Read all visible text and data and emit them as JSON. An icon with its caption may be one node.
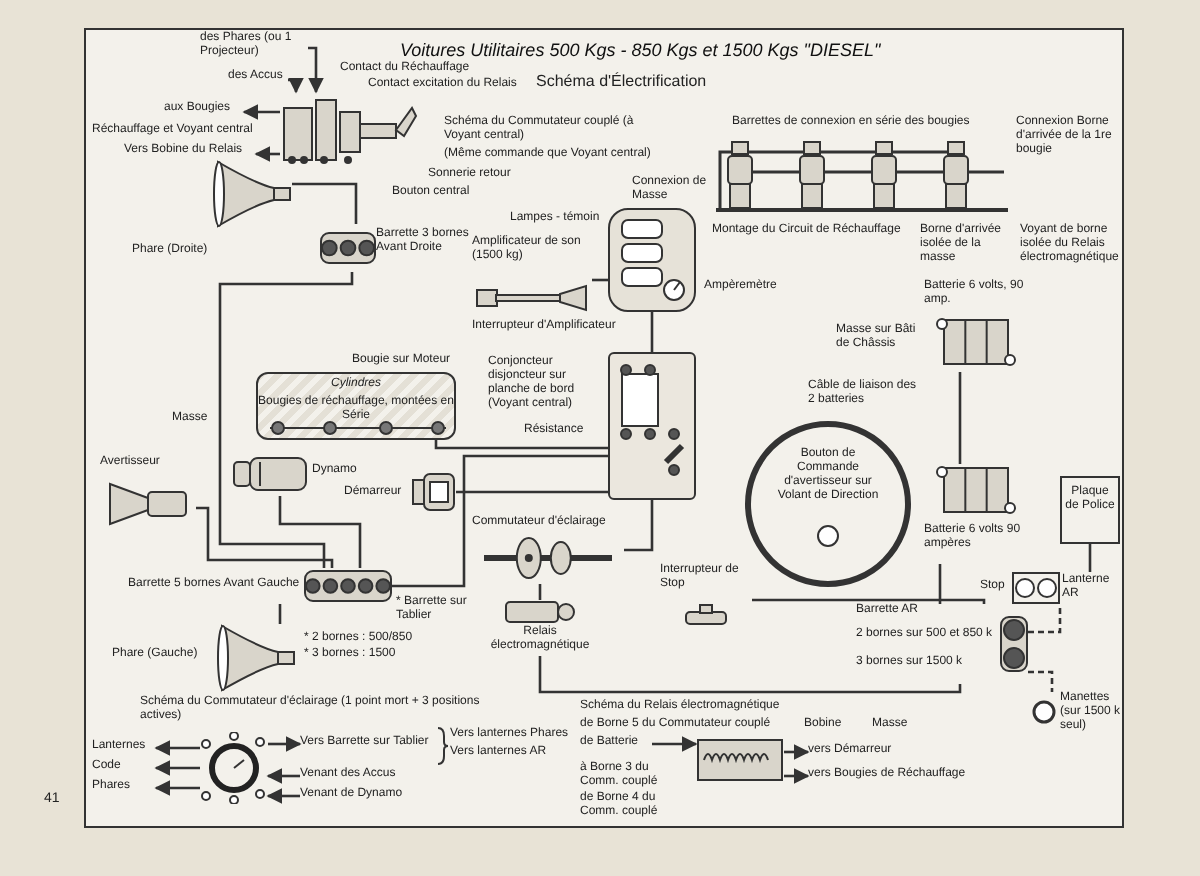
{
  "diagram": {
    "title": "Voitures Utilitaires 500 Kgs - 850 Kgs et 1500 Kgs \"DIESEL\"",
    "nodes": [
      {
        "text": [
          "Phare (Droite)"
        ]
      },
      {
        "text": [
          "Barrette 3 bornes Avant Droite"
        ]
      },
      {
        "text": [
          "Avertisseur"
        ]
      },
      {
        "text": [
          "Barrette 5 bornes Avant Gauche"
        ]
      },
      {
        "text": [
          "Phare (Gauche)"
        ]
      },
      {
        "text": [
          "Cylindres",
          "Bougies de réchauffage, montées en Série"
        ],
        "beside": [
          "Bougie sur Moteur"
        ]
      },
      {
        "text": [
          "Dynamo"
        ]
      },
      {
        "text": [
          "Démarreur"
        ]
      },
      {
        "text": [
          "Amplificateur de son (1500 kg)"
        ],
        "beside": [
          "Interrupteur d'Amplificateur"
        ]
      },
      {
        "text": [],
        "shape": "box",
        "beside": [
          "Lampes - témoin",
          "Ampèremètre"
        ]
      },
      {
        "text": [],
        "shape": "box",
        "beside": [
          "Conjoncteur disjoncteur sur planche de bord (Voyant central)",
          "Résistance"
        ]
      },
      {
        "text": [
          "Commutateur d'éclairage"
        ]
      },
      {
        "text": [
          "Relais électromagnétique"
        ]
      },
      {
        "text": [
          "Interrupteur de Stop"
        ]
      },
      {
        "text": [
          "Bouton de Commande d'avertisseur sur Volant de Direction"
        ]
      },
      {
        "text": [
          "Batterie 6 volts, 90 amp."
        ]
      },
      {
        "text": [
          "Batterie 6 volts 90 ampères"
        ]
      },
      {
        "text": [
          "Plaque de Police"
        ]
      },
      {
        "text": [
          "Stop",
          "Lanterne AR"
        ]
      },
      {
        "text": [
          "Barrette AR",
          "2 bornes sur 500 et 850 k",
          "3 bornes sur 1500 k"
        ]
      },
      {
        "text": [
          "Manettes (sur 1500 k seul)"
        ]
      },
      {
        "text": [
          "Barrettes de connexion en série des bougies"
        ],
        "beside": [
          "Connexion Borne d'arrivée de la 1re bougie"
        ]
      },
      {
        "text": [],
        "shape": "picture"
      },
      {
        "text": [
          "des Phares (ou 1 Projecteur)"
        ]
      },
      {
        "text": [
          "des Accus"
        ]
      },
      {
        "text": [
          "aux Bougies"
        ]
      },
      {
        "text": [
          "Vers Bobine du Relais"
        ]
      },
      {
        "text": [],
        "shape": "picture"
      },
      {
        "text": [
          "Lanternes"
        ]
      },
      {
        "text": [
          "Code"
        ]
      },
      {
        "text": [
          "Phares"
        ]
      },
      {
        "text": [
          "Vers Barrette sur Tablier"
        ]
      },
      {
        "text": [
          "Venant des Accus"
        ]
      },
      {
        "text": [
          "Venant de Dynamo"
        ]
      },
      {
        "text": [],
        "shape": "picture"
      },
      {
        "text": [
          "de Batterie"
        ]
      },
      {
        "text": [
          "vers Démarreur"
        ]
      },
      {
        "text": [
          "vers Bougies de Réchauffage"
        ]
      }
    ],
    "edges": [
      {
        "from": 0,
        "to": 1,
        "arrow": "none"
      },
      {
        "from": 1,
        "to": 3,
        "arrow": "none"
      },
      {
        "from": 2,
        "to": 3,
        "arrow": "none"
      },
      {
        "from": 4,
        "to": 3,
        "arrow": "none"
      },
      {
        "from": 6,
        "to": 3,
        "arrow": "none"
      },
      {
        "from": 3,
        "to": 10,
        "arrow": "none"
      },
      {
        "from": 5,
        "to": 10,
        "arrow": "none"
      },
      {
        "from": 7,
        "to": 10,
        "arrow": "none"
      },
      {
        "from": 8,
        "to": 9,
        "arrow": "none"
      },
      {
        "from": 9,
        "to": 10,
        "arrow": "none"
      },
      {
        "from": 10,
        "to": 11,
        "arrow": "none"
      },
      {
        "from": 11,
        "to": 12,
        "arrow": "none"
      },
      {
        "from": 12,
        "to": 19,
        "arrow": "none"
      },
      {
        "from": 13,
        "to": 19,
        "arrow": "none"
      },
      {
        "from": 15,
        "to": 16,
        "arrow": "none"
      },
      {
        "from": 16,
        "to": 19,
        "arrow": "none"
      },
      {
        "from": 19,
        "to": 18,
        "arrow": "none",
        "style": "dashed"
      },
      {
        "from": 19,
        "to": 20,
        "arrow": "none",
        "style": "dashed"
      },
      {
        "from": 17,
        "to": 18,
        "arrow": "none"
      },
      {
        "from": 23,
        "to": 22,
        "arrow": "to"
      },
      {
        "from": 24,
        "to": 22,
        "arrow": "to"
      },
      {
        "from": 22,
        "to": 25,
        "arrow": "to"
      },
      {
        "from": 22,
        "to": 26,
        "arrow": "to"
      },
      {
        "from": 27,
        "to": 28,
        "arrow": "to"
      },
      {
        "from": 27,
        "to": 29,
        "arrow": "to"
      },
      {
        "from": 27,
        "to": 30,
        "arrow": "to"
      },
      {
        "from": 27,
        "to": 31,
        "arrow": "to"
      },
      {
        "from": 32,
        "to": 27,
        "arrow": "to"
      },
      {
        "from": 33,
        "to": 27,
        "arrow": "to"
      },
      {
        "from": 35,
        "to": 34,
        "arrow": "to"
      },
      {
        "from": 34,
        "to": 36,
        "arrow": "to"
      },
      {
        "from": 34,
        "to": 37,
        "arrow": "to"
      }
    ],
    "labels": [
      "Schéma d'Électrification",
      "Contact du Réchauffage",
      "Contact excitation du Relais",
      "Réchauffage et Voyant central",
      "Schéma du Commutateur couplé (à Voyant central)",
      "(Même commande que Voyant central)",
      "Sonnerie retour",
      "Bouton central",
      "Connexion de Masse",
      "Montage du Circuit de Réchauffage",
      "Borne d'arrivée isolée de la masse",
      "Voyant de borne isolée du Relais électromagnétique",
      "Masse",
      "* Barrette sur Tablier",
      "* 2 bornes : 500/850",
      "* 3 bornes : 1500",
      "Masse sur Bâti de Châssis",
      "Câble de liaison des 2 batteries",
      "Schéma du Commutateur d'éclairage (1 point mort + 3 positions actives)",
      "Vers lanternes Phares",
      "Vers lanternes AR",
      "Schéma du Relais électromagnétique",
      "de Borne 5 du Commutateur couplé",
      "Bobine",
      "Masse",
      "à Borne 3 du Comm. couplé",
      "de Borne 4 du Comm. couplé",
      "41"
    ]
  }
}
